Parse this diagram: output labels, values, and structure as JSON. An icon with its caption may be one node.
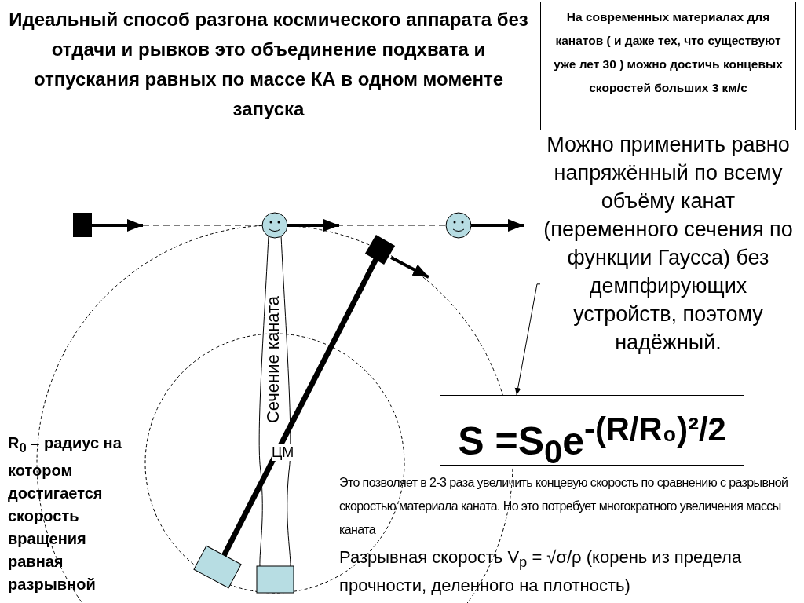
{
  "diagram": {
    "title": "Идеальный способ разгона космического аппарата без отдачи и рывков это объединение подхвата и отпускания равных по массе КА в одном моменте запуска",
    "nodes": [
      {
        "text": [
          "На современных материалах для канатов ( и даже тех, что существуют уже лет 30 ) можно достичь концевых скоростей больших 3 км/с"
        ]
      },
      {
        "text": [
          "Можно применить равно напряжённый по всему объёму канат (переменного сечения по функции Гаусса) без демпфирующих устройств, поэтому надёжный."
        ]
      },
      {
        "text": [
          "S =S$_{0}$e$^{-(R/R₀)²/2}$"
        ]
      }
    ],
    "edges": [
      {
        "from": 1,
        "to": 2,
        "arrow": "to"
      }
    ],
    "labels": [
      "Сечение каната",
      "ЦМ",
      "R$_{0}$ – радиус на котором достигается скорость вращения равная разрывной",
      "Это позволяет в 2-3 раза увеличить концевую скорость по сравнению с разрывной скоростью материала каната. Но это потребует многократного увеличения массы каната",
      "Разрывная скорость V$_{p}$ = √σ/ρ (корень из предела прочности, деленного на плотность)"
    ]
  }
}
